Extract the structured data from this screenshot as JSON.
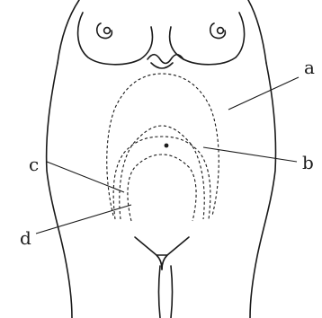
{
  "labels": {
    "a": "a",
    "b": "b",
    "c": "c",
    "d": "d"
  }
}
